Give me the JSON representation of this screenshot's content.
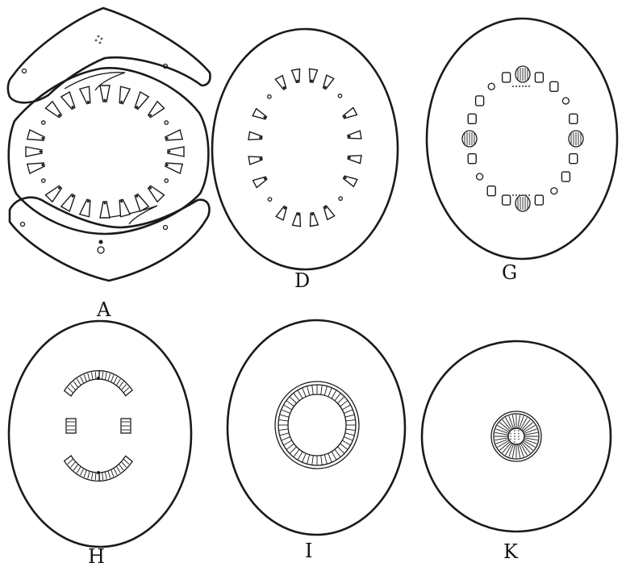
{
  "figure": {
    "panels": [
      {
        "id": "A",
        "label": "A"
      },
      {
        "id": "D",
        "label": "D"
      },
      {
        "id": "G",
        "label": "G"
      },
      {
        "id": "H",
        "label": "H"
      },
      {
        "id": "I",
        "label": "I"
      },
      {
        "id": "K",
        "label": "K"
      }
    ]
  }
}
